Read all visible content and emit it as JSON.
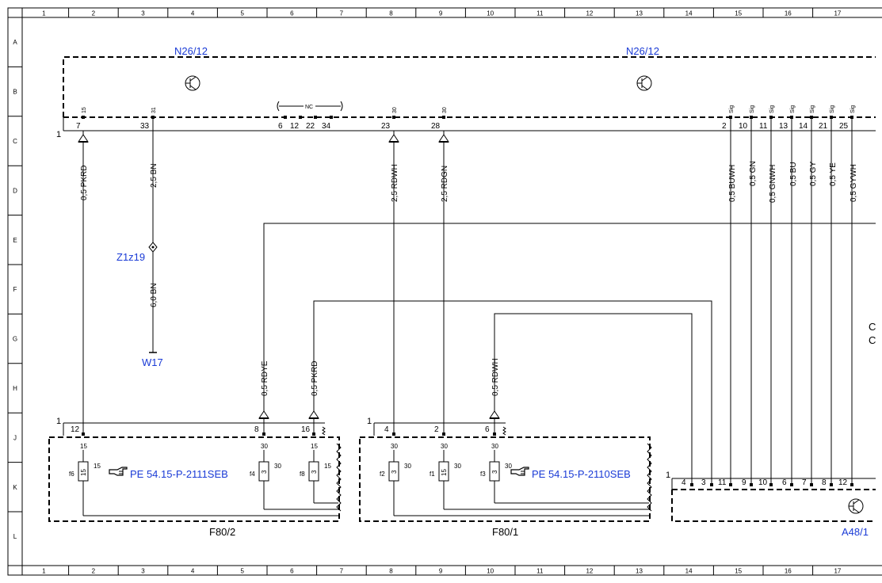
{
  "frame": {
    "columns": [
      "1",
      "2",
      "3",
      "4",
      "5",
      "6",
      "7",
      "8",
      "9",
      "10",
      "11",
      "12",
      "13",
      "14",
      "15",
      "16",
      "17"
    ],
    "rows": [
      "A",
      "B",
      "C",
      "D",
      "E",
      "F",
      "G",
      "H",
      "J",
      "K",
      "L"
    ]
  },
  "top_module": {
    "label_left": "N26/12",
    "label_right": "N26/12",
    "bus_index": "1",
    "pins": [
      {
        "pin": "7",
        "sig": "15"
      },
      {
        "pin": "33",
        "sig": "31"
      },
      {
        "pin": "23",
        "sig": "30"
      },
      {
        "pin": "28",
        "sig": "30"
      },
      {
        "pin": "2",
        "sig": "Sig"
      },
      {
        "pin": "10",
        "sig": "Sig"
      },
      {
        "pin": "11",
        "sig": "Sig"
      },
      {
        "pin": "13",
        "sig": "Sig"
      },
      {
        "pin": "14",
        "sig": "Sig"
      },
      {
        "pin": "21",
        "sig": "Sig"
      },
      {
        "pin": "25",
        "sig": "Sig"
      }
    ],
    "nc_label": "NC",
    "nc_pins": [
      "6",
      "12",
      "22",
      "34"
    ]
  },
  "wires": [
    {
      "label": "0,5 PKRD"
    },
    {
      "label": "2,5 BN"
    },
    {
      "label": "6,0 BN"
    },
    {
      "label": "2,5 RDWH"
    },
    {
      "label": "2,5 RDGN"
    },
    {
      "label": "0,5 BUWH"
    },
    {
      "label": "0,5 GN"
    },
    {
      "label": "0,5 GNWH"
    },
    {
      "label": "0,5 BU"
    },
    {
      "label": "0,5 GY"
    },
    {
      "label": "0,5 YE"
    },
    {
      "label": "0,5 GYWH"
    },
    {
      "label": "0,5 RDYE"
    },
    {
      "label": "0,5 PKRD"
    },
    {
      "label": "0,5 RDWH"
    }
  ],
  "refs": {
    "splice": "Z1z19",
    "ground": "W17"
  },
  "f80_2": {
    "label": "F80/2",
    "bus_index": "1",
    "pins": [
      "12",
      "8",
      "16"
    ],
    "fuses": [
      {
        "name": "f6",
        "rating": "15",
        "term": "15"
      },
      {
        "name": "f4",
        "rating": "3",
        "term": "30"
      },
      {
        "name": "f8",
        "rating": "3",
        "term": "15"
      }
    ],
    "ref": "PE 54.15-P-2111SEB"
  },
  "f80_1": {
    "label": "F80/1",
    "bus_index": "1",
    "pins": [
      "4",
      "2",
      "6"
    ],
    "fuses": [
      {
        "name": "f2",
        "rating": "3",
        "term": "30"
      },
      {
        "name": "f1",
        "rating": "15",
        "term": "30"
      },
      {
        "name": "f3",
        "rating": "3",
        "term": "30"
      }
    ],
    "ref": "PE 54.15-P-2110SEB"
  },
  "a48_1": {
    "label": "A48/1",
    "bus_index": "1",
    "pins": [
      "4",
      "3",
      "11",
      "9",
      "10",
      "6",
      "7",
      "8",
      "12"
    ]
  },
  "edge_text": [
    "C",
    "C"
  ],
  "colors": {
    "ink": "#000000",
    "ref_blue": "#1a3bd6",
    "background": "#ffffff"
  }
}
